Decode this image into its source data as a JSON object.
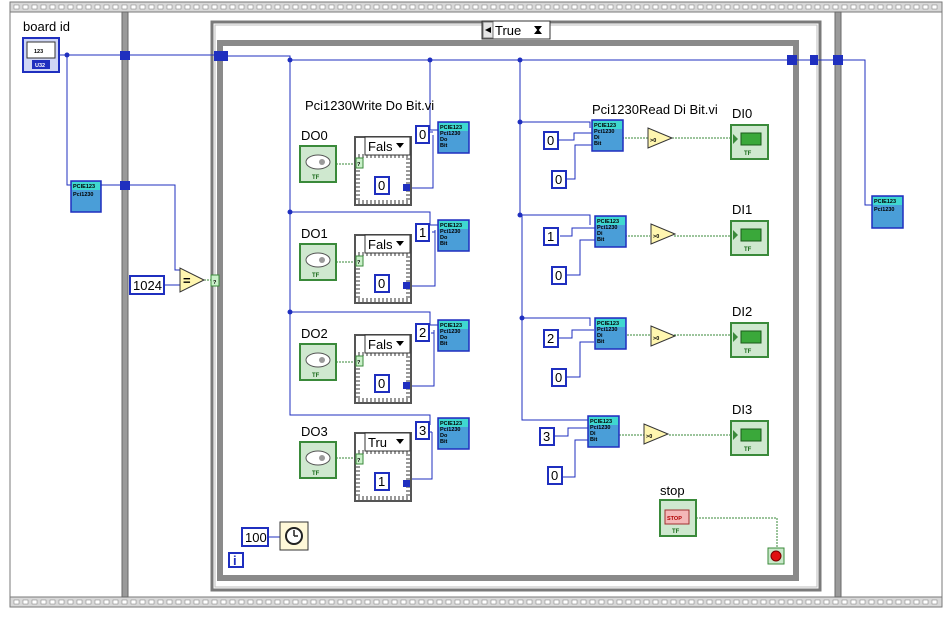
{
  "colors": {
    "wire_blue": "#1f2fbf",
    "wire_green": "#3a8a3a",
    "frame_gray": "#7a7a7a",
    "subvi_fill": "#4a9ed8",
    "control_green": "#cfe8cf"
  },
  "board_id": {
    "label": "board id",
    "terminal_text": "123",
    "type_text": "U32"
  },
  "case_selector": {
    "value": "True",
    "arrow_icon": "dropdown-arrows-icon"
  },
  "left_subvi": {
    "line1": "PCIE123",
    "line2": "Pci1230"
  },
  "right_subvi": {
    "line1": "PCIE123",
    "line2": "Pci1230"
  },
  "compare": {
    "constant": "1024",
    "operator": "=",
    "selector_mark": "?"
  },
  "write_section": {
    "title": "Pci1230Write Do Bit.vi",
    "rows": [
      {
        "control": "DO0",
        "case_value": "Fals",
        "index": "0",
        "inner_const": "0",
        "subvi_line1": "PCIE123",
        "subvi_line2": "Pci1230",
        "subvi_line3": "Do",
        "subvi_line4": "Bit"
      },
      {
        "control": "DO1",
        "case_value": "Fals",
        "index": "1",
        "inner_const": "0",
        "subvi_line1": "PCIE123",
        "subvi_line2": "Pci1230",
        "subvi_line3": "Do",
        "subvi_line4": "Bit"
      },
      {
        "control": "DO2",
        "case_value": "Fals",
        "index": "2",
        "inner_const": "0",
        "subvi_line1": "PCIE123",
        "subvi_line2": "Pci1230",
        "subvi_line3": "Do",
        "subvi_line4": "Bit"
      },
      {
        "control": "DO3",
        "case_value": "Tru",
        "index": "3",
        "inner_const": "1",
        "subvi_line1": "PCIE123",
        "subvi_line2": "Pci1230",
        "subvi_line3": "Do",
        "subvi_line4": "Bit"
      }
    ],
    "tf_text": "TF",
    "selector_mark": "?"
  },
  "read_section": {
    "title": "Pci1230Read Di Bit.vi",
    "rows": [
      {
        "index": "0",
        "const": "0",
        "compare": ">0",
        "indicator": "DI0",
        "subvi_line1": "PCIE123",
        "subvi_line2": "Pci1230",
        "subvi_line3": "Di",
        "subvi_line4": "Bit"
      },
      {
        "index": "1",
        "const": "0",
        "compare": ">0",
        "indicator": "DI1",
        "subvi_line1": "PCIE123",
        "subvi_line2": "Pci1230",
        "subvi_line3": "Di",
        "subvi_line4": "Bit"
      },
      {
        "index": "2",
        "const": "0",
        "compare": ">0",
        "indicator": "DI2",
        "subvi_line1": "PCIE123",
        "subvi_line2": "Pci1230",
        "subvi_line3": "Di",
        "subvi_line4": "Bit"
      },
      {
        "index": "3",
        "const": "0",
        "compare": ">0",
        "indicator": "DI3",
        "subvi_line1": "PCIE123",
        "subvi_line2": "Pci1230",
        "subvi_line3": "Di",
        "subvi_line4": "Bit"
      }
    ],
    "tf_text": "TF"
  },
  "wait": {
    "constant": "100",
    "icon": "metronome-wait-icon"
  },
  "loop_info": {
    "iteration": "i",
    "condition_icon": "stop-condition-icon"
  },
  "stop": {
    "label": "stop",
    "button_text": "STOP",
    "tf_text": "TF"
  }
}
